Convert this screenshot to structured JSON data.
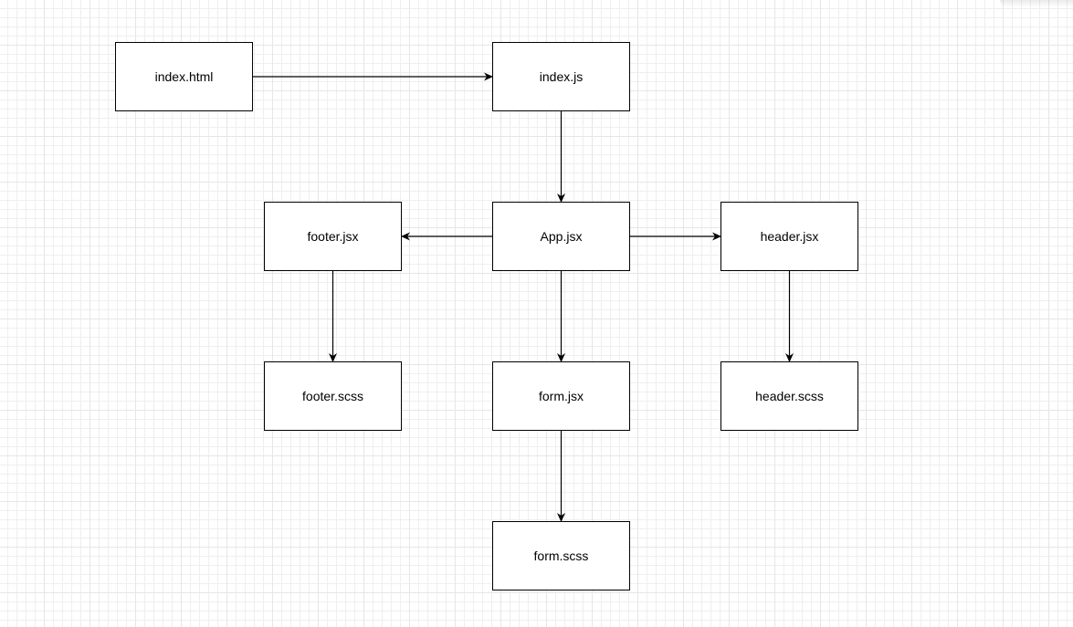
{
  "diagram": {
    "nodes": [
      {
        "id": "index_html",
        "label": "index.html"
      },
      {
        "id": "index_js",
        "label": "index.js"
      },
      {
        "id": "app_jsx",
        "label": "App.jsx"
      },
      {
        "id": "footer_jsx",
        "label": "footer.jsx"
      },
      {
        "id": "header_jsx",
        "label": "header.jsx"
      },
      {
        "id": "footer_scss",
        "label": "footer.scss"
      },
      {
        "id": "form_jsx",
        "label": "form.jsx"
      },
      {
        "id": "header_scss",
        "label": "header.scss"
      },
      {
        "id": "form_scss",
        "label": "form.scss"
      }
    ],
    "edges": [
      {
        "from": "index_html",
        "to": "index_js"
      },
      {
        "from": "index_js",
        "to": "app_jsx"
      },
      {
        "from": "app_jsx",
        "to": "footer_jsx"
      },
      {
        "from": "app_jsx",
        "to": "header_jsx"
      },
      {
        "from": "app_jsx",
        "to": "form_jsx"
      },
      {
        "from": "footer_jsx",
        "to": "footer_scss"
      },
      {
        "from": "header_jsx",
        "to": "header_scss"
      },
      {
        "from": "form_jsx",
        "to": "form_scss"
      }
    ],
    "colors": {
      "stroke": "#000000",
      "fill": "#ffffff",
      "grid": "#e6e6e6"
    }
  }
}
